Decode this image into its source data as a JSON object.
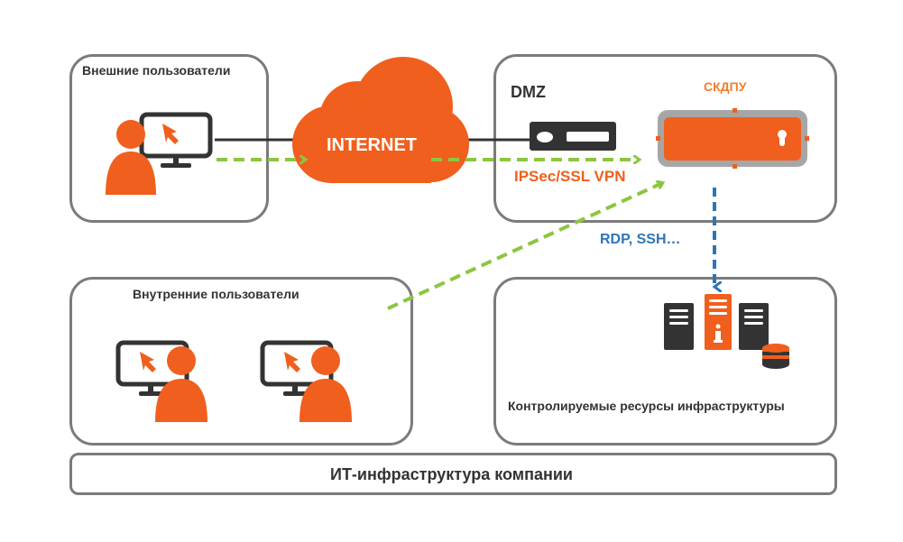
{
  "colors": {
    "orange": "#f05f1d",
    "dark": "#333333",
    "green": "#8cc63f",
    "blue": "#2e75b6",
    "gray": "#7b7b7b",
    "device_frame": "#a6a6a6"
  },
  "zones": {
    "external_users": {
      "title": "Внешние пользователи"
    },
    "internal_users": {
      "title": "Внутренние пользователи"
    },
    "dmz": {
      "title": "DMZ",
      "device_label": "СКДПУ"
    },
    "resources": {
      "title": "Контролируемые ресурсы инфраструктуры"
    },
    "company": {
      "title": "ИТ-инфраструктура компании"
    }
  },
  "internet": {
    "label": "INTERNET"
  },
  "connections": {
    "vpn_label": "IPSec/SSL VPN",
    "admin_protocols_label": "RDP, SSH…"
  },
  "icons": {
    "external_user": "user-at-monitor-icon",
    "internal_user": "user-at-monitor-icon",
    "cloud": "cloud-icon",
    "firewall": "network-appliance-icon",
    "gateway": "secure-gateway-lock-icon",
    "servers": "server-rack-icon",
    "database": "database-icon"
  }
}
